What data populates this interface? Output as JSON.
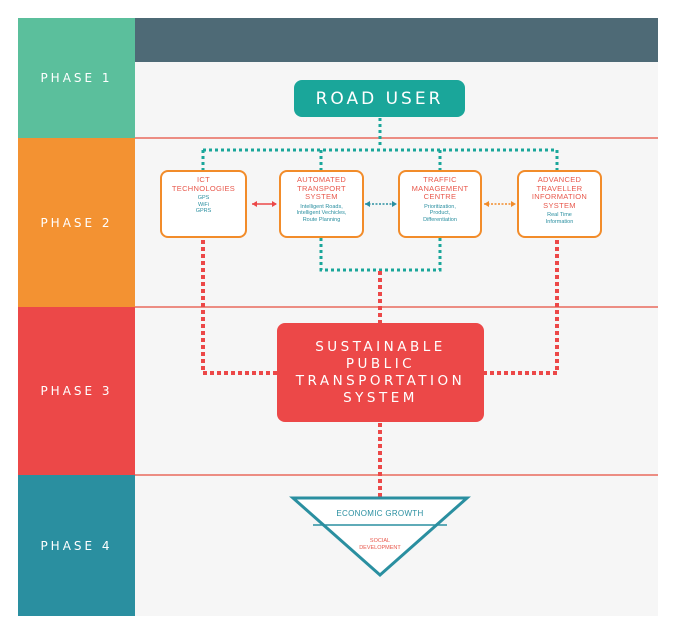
{
  "phases": [
    {
      "label": "PHASE 1",
      "color": "#5bbf9c"
    },
    {
      "label": "PHASE 2",
      "color": "#f39232"
    },
    {
      "label": "PHASE 3",
      "color": "#ec4848"
    },
    {
      "label": "PHASE 4",
      "color": "#2a8fa0"
    }
  ],
  "road_user": "ROAD USER",
  "boxes": [
    {
      "title_lines": [
        "ICT",
        "TECHNOLOGIES"
      ],
      "sub_lines": [
        "GPS",
        "WiFi",
        "GPRS"
      ]
    },
    {
      "title_lines": [
        "AUTOMATED",
        "TRANSPORT",
        "SYSTEM"
      ],
      "sub_lines": [
        "Intelligent Roads,",
        "Intelligent Vechicles,",
        "Route Planning"
      ]
    },
    {
      "title_lines": [
        "TRAFFIC",
        "MANAGEMENT",
        "CENTRE"
      ],
      "sub_lines": [
        "Prioritization,",
        "Product,",
        "Differentiation"
      ]
    },
    {
      "title_lines": [
        "ADVANCED",
        "TRAVELLER",
        "INFORMATION",
        "SYSTEM"
      ],
      "sub_lines": [
        "Real Time",
        "Information"
      ]
    }
  ],
  "sustainable_lines": [
    "SUSTAINABLE",
    "PUBLIC",
    "TRANSPORTATION",
    "SYSTEM"
  ],
  "economic_growth": "ECONOMIC GROWTH",
  "social_development_lines": [
    "SOCIAL",
    "DEVELOPMENT"
  ],
  "colors": {
    "topbar": "#4e6a76",
    "teal": "#1aa69a",
    "orange": "#f28c2a",
    "red": "#ec4848",
    "blue": "#2a8fa0"
  }
}
